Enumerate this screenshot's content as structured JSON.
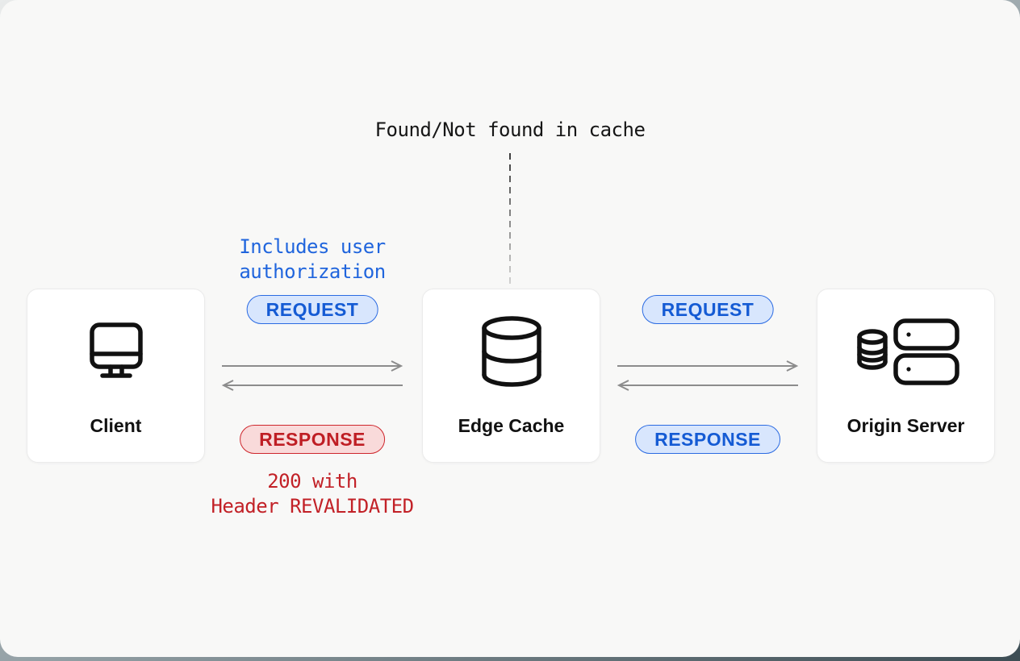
{
  "diagram": {
    "title": "Found/Not found in cache",
    "nodes": {
      "client": {
        "label": "Client",
        "icon": "monitor-icon"
      },
      "edge_cache": {
        "label": "Edge Cache",
        "icon": "database-icon"
      },
      "origin_server": {
        "label": "Origin Server",
        "icon": "server-rack-icon"
      }
    },
    "links": {
      "client_edge": {
        "request_badge": "REQUEST",
        "request_note_line1": "Includes user",
        "request_note_line2": "authorization",
        "response_badge": "RESPONSE",
        "response_note_line1": "200 with",
        "response_note_line2": "Header REVALIDATED"
      },
      "edge_origin": {
        "request_badge": "REQUEST",
        "response_badge": "RESPONSE"
      }
    },
    "colors": {
      "blue_accent": "#155bd4",
      "blue_badge_bg": "#d8e6fd",
      "blue_badge_border": "#2b6be2",
      "red_accent": "#bf1e24",
      "red_badge_bg": "#f9dada",
      "red_badge_border": "#ce262c",
      "arrow": "#8c8c8c",
      "canvas_bg": "#f8f8f7",
      "backdrop": "#3d4d54"
    }
  }
}
